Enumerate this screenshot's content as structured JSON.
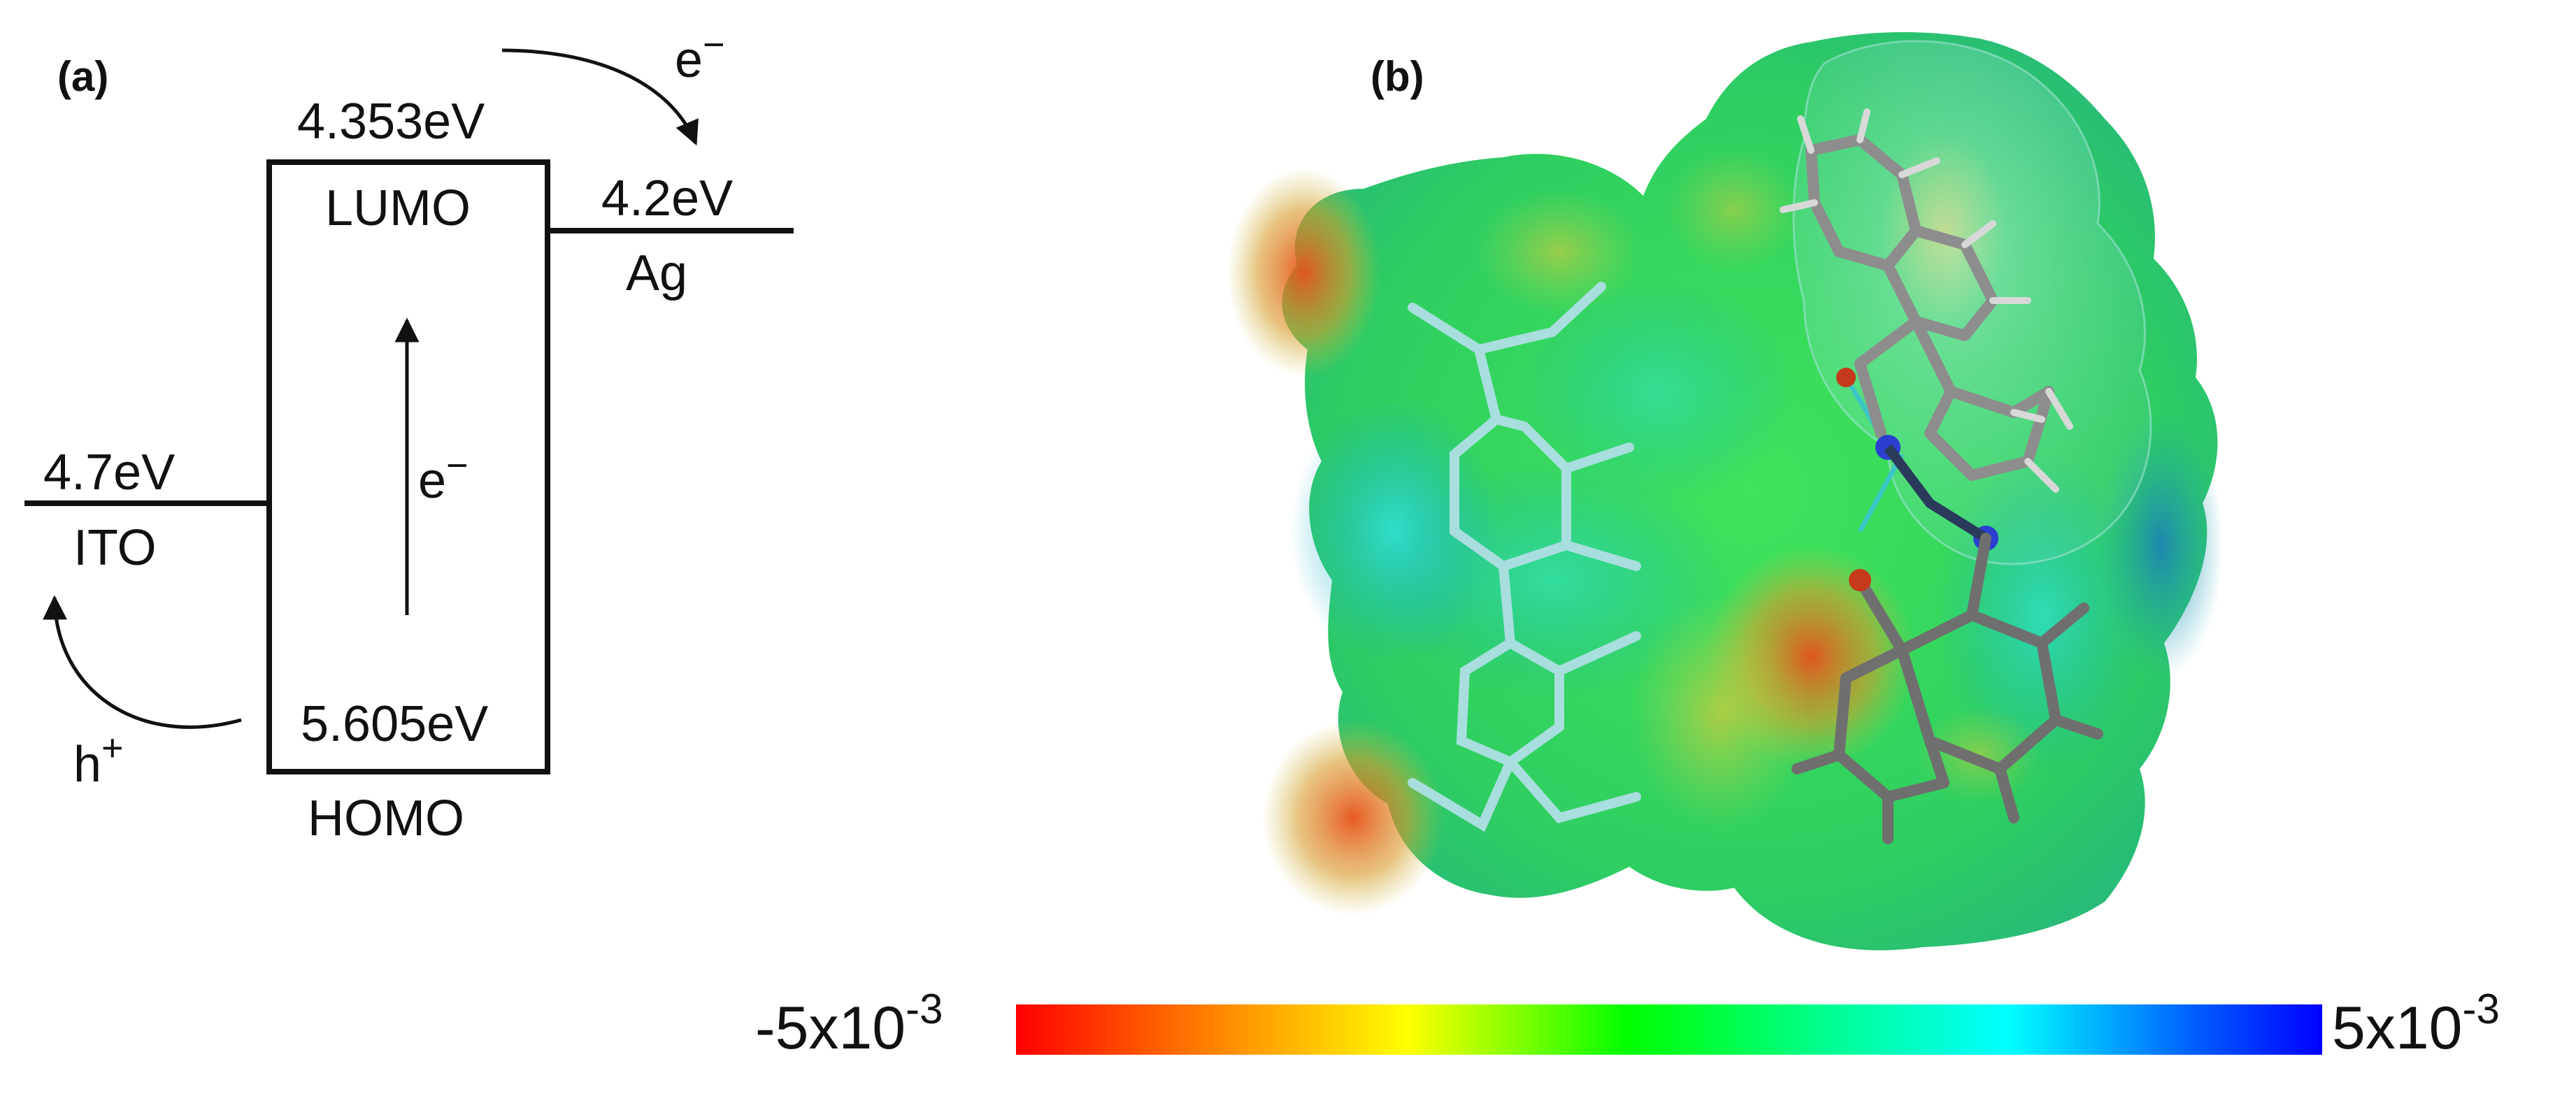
{
  "panel_a": {
    "label": "(a)",
    "lumo": {
      "energy": "4.353eV",
      "name": "LUMO"
    },
    "homo": {
      "energy": "5.605eV",
      "name": "HOMO"
    },
    "ag": {
      "energy": "4.2eV",
      "name": "Ag"
    },
    "ito": {
      "energy": "4.7eV",
      "name": "ITO"
    },
    "electron_top": {
      "base": "e",
      "sup": "−"
    },
    "electron_mid": {
      "base": "e",
      "sup": "−"
    },
    "hole": {
      "base": "h",
      "sup": "+"
    }
  },
  "panel_b": {
    "label": "(b)",
    "colorbar": {
      "min": {
        "base": "-5x10",
        "exp": "-3"
      },
      "max": {
        "base": "5x10",
        "exp": "-3"
      },
      "stops": [
        "#ff0000",
        "#ff7a00",
        "#ffff00",
        "#00ff00",
        "#00ff90",
        "#00ffff",
        "#0060ff",
        "#0000ff"
      ]
    },
    "surface_colors": {
      "negative": "#e8401a",
      "neutral": "#2fd35a",
      "positive": "#1aa9c9"
    }
  }
}
